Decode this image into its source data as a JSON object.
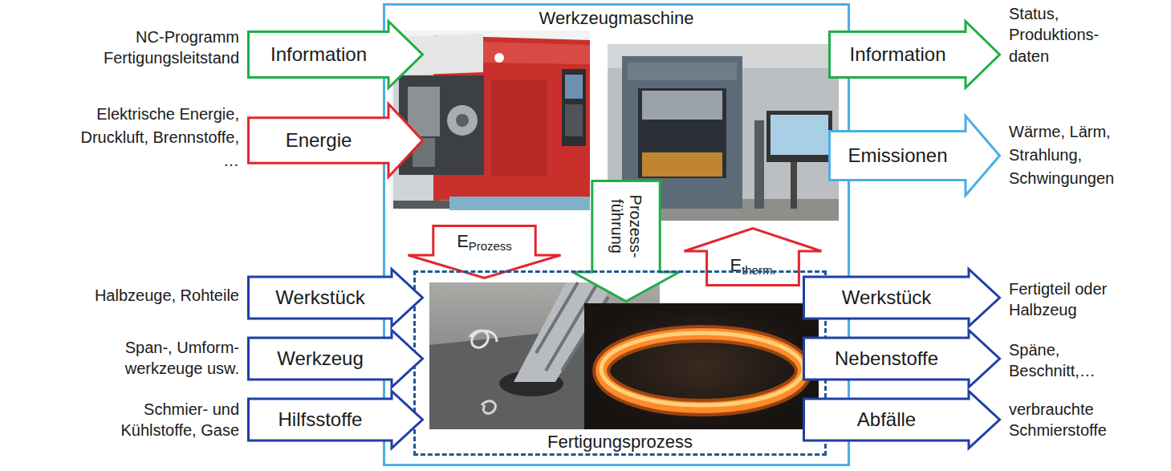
{
  "diagram": {
    "nodes": [
      {
        "text": [
          "Werkzeugmaschine"
        ]
      },
      {
        "text": [
          "Information"
        ]
      },
      {
        "text": [
          "Information"
        ]
      },
      {
        "text": [
          "Energie"
        ]
      },
      {
        "text": [
          "Emissionen"
        ]
      },
      {
        "text": [
          "E",
          "Prozess"
        ],
        "in": 0
      },
      {
        "text": [
          "Prozess- führung"
        ],
        "in": 0
      },
      {
        "text": [
          "E",
          "therm."
        ],
        "in": 0
      },
      {
        "text": [
          "Fertigungsprozess"
        ],
        "in": 0
      },
      {
        "text": [
          "Werkstück"
        ]
      },
      {
        "text": [
          "Werkstück"
        ]
      },
      {
        "text": [
          "Werkzeug"
        ]
      },
      {
        "text": [
          "Nebenstoffe"
        ]
      },
      {
        "text": [
          "Hilfsstoffe"
        ]
      },
      {
        "text": [
          "Abfälle"
        ]
      }
    ],
    "labels": [
      "NC-Programm Fertigungsleitstand",
      "Status, Produktions- daten",
      "Elektrische Energie, Druckluft, Brennstoffe, …",
      "Wärme, Lärm, Strahlung, Schwingungen",
      "Halbzeuge, Rohteile",
      "Fertigteil oder Halbzeug",
      "Span-, Umform- werkzeuge usw.",
      "Späne, Beschnitt,…",
      "Schmier- und Kühlstoffe, Gase",
      "verbrauchte Schmierstoffe"
    ]
  }
}
